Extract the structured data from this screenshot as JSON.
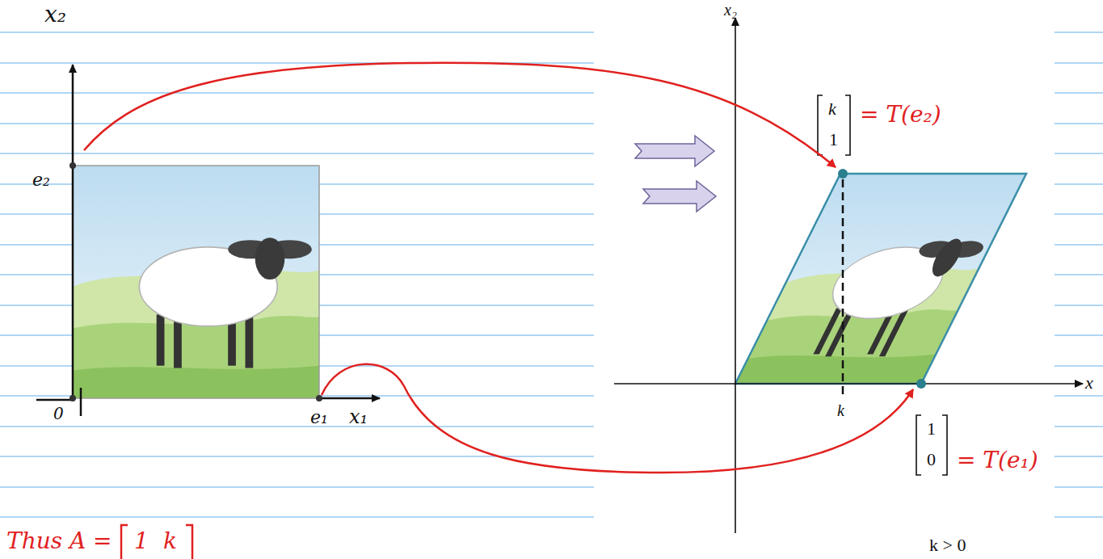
{
  "diagram": {
    "labels": [
      "x₂",
      "e₂",
      "0",
      "e₁",
      "x₁",
      "x₂",
      "k",
      "1",
      "= T(e₂)",
      "k",
      "1",
      "0",
      "= T(e₁)",
      "k > 0",
      "x",
      "Thus",
      "A =",
      "1",
      "k"
    ]
  }
}
